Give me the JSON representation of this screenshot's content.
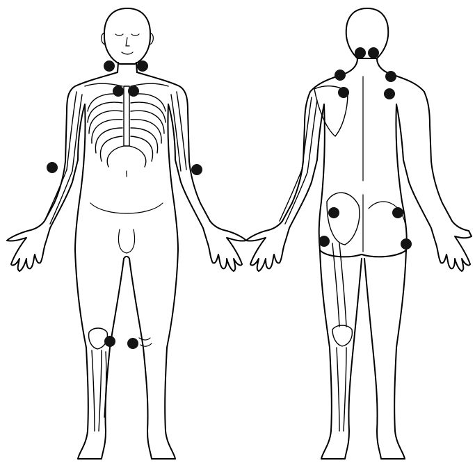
{
  "colors": {
    "background": "#ffffff",
    "line": "#000000",
    "tender_point": "#141414"
  },
  "views": [
    {
      "id": "front",
      "label": ""
    },
    {
      "id": "back",
      "label": ""
    }
  ],
  "tender_points": [
    {
      "name": "tender-point-front-neck-left",
      "view": "front"
    },
    {
      "name": "tender-point-front-neck-right",
      "view": "front"
    },
    {
      "name": "tender-point-front-chest-left",
      "view": "front"
    },
    {
      "name": "tender-point-front-chest-right",
      "view": "front"
    },
    {
      "name": "tender-point-front-elbow-left",
      "view": "front"
    },
    {
      "name": "tender-point-front-elbow-right",
      "view": "front"
    },
    {
      "name": "tender-point-front-knee-left",
      "view": "front"
    },
    {
      "name": "tender-point-front-knee-right",
      "view": "front"
    },
    {
      "name": "tender-point-back-occiput-left",
      "view": "back"
    },
    {
      "name": "tender-point-back-occiput-right",
      "view": "back"
    },
    {
      "name": "tender-point-back-trapezius-left",
      "view": "back"
    },
    {
      "name": "tender-point-back-trapezius-right",
      "view": "back"
    },
    {
      "name": "tender-point-back-supraspinatus-left",
      "view": "back"
    },
    {
      "name": "tender-point-back-supraspinatus-right",
      "view": "back"
    },
    {
      "name": "tender-point-back-gluteal-left",
      "view": "back"
    },
    {
      "name": "tender-point-back-gluteal-right",
      "view": "back"
    },
    {
      "name": "tender-point-back-trochanter-left",
      "view": "back"
    },
    {
      "name": "tender-point-back-trochanter-right",
      "view": "back"
    }
  ]
}
